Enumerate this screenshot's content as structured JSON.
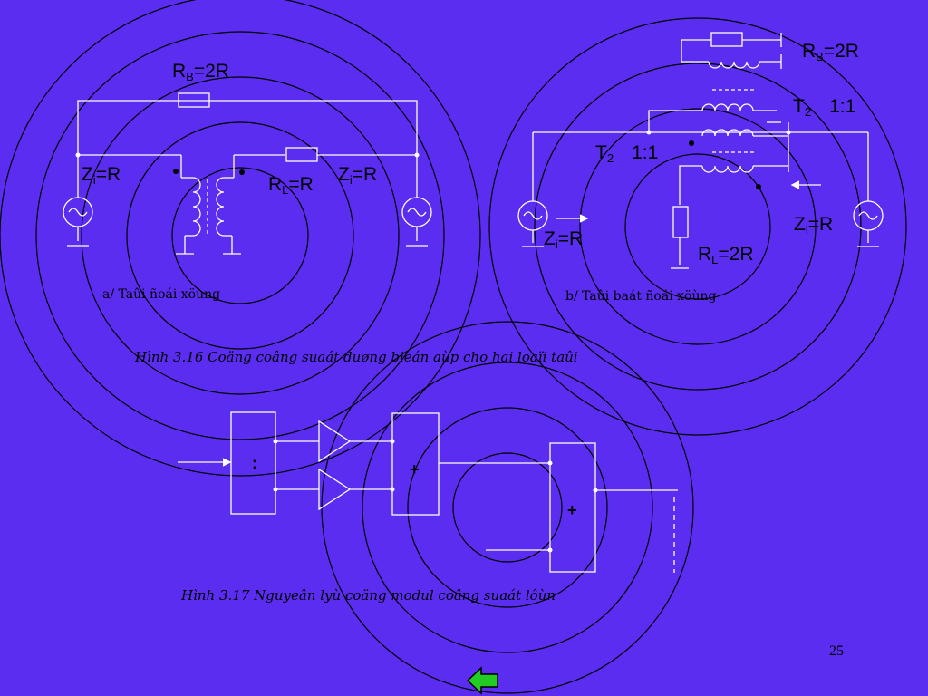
{
  "colors": {
    "background": "#5a2df0",
    "lines": "#ffffff",
    "rings": "#000000",
    "nav_arrow": "#22cc22"
  },
  "figure_316": {
    "a": {
      "rb": "R",
      "rb_sub": "B",
      "rb_val": "=2R",
      "zi_left": "Z",
      "zi_left_sub": "i",
      "zi_left_val": "=R",
      "rl": "R",
      "rl_sub": "L",
      "rl_val": "=R",
      "zi_right": "Z",
      "zi_right_sub": "i",
      "zi_right_val": "=R",
      "caption": "a/  Taûi ñoái xöùng"
    },
    "b": {
      "rb": "R",
      "rb_sub": "B",
      "rb_val": "=2R",
      "t2_top": "T",
      "t2_top_sub": "2",
      "t2_top_ratio": "1:1",
      "t2_mid": "T",
      "t2_mid_sub": "2",
      "t2_mid_ratio": "1:1",
      "zi_left": "Z",
      "zi_left_sub": "i",
      "zi_left_val": "=R",
      "rl": "R",
      "rl_sub": "L",
      "rl_val": "=2R",
      "zi_right": "Z",
      "zi_right_sub": "i",
      "zi_right_val": "=R",
      "caption": "b/  Taûi baát ñoái xöùng"
    },
    "caption": "Hình 3.16 Coäng coâng suaát duøng bieán aùp cho hai loaïi taûi"
  },
  "figure_317": {
    "divider_symbol": ":",
    "adder1_symbol": "+",
    "adder2_symbol": "+",
    "caption": "Hình 3.17 Nguyeân lyù coäng modul coâng suaát lôùn"
  },
  "page_number": "25",
  "nav": {
    "back_icon": "green-left-arrow-icon"
  }
}
